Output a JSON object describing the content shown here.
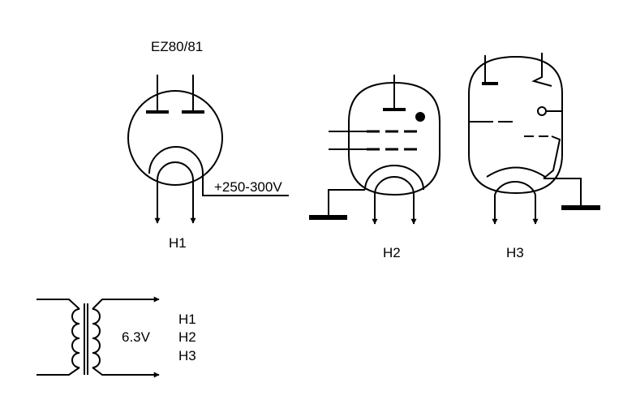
{
  "labels": {
    "tube_type": "EZ80/81",
    "hv_supply": "+250-300V",
    "heater_1": "H1",
    "heater_2": "H2",
    "heater_3": "H3",
    "transformer_voltage": "6.3V",
    "legend_h1": "H1",
    "legend_h2": "H2",
    "legend_h3": "H3"
  },
  "colors": {
    "stroke": "#000000",
    "background": "#ffffff"
  }
}
